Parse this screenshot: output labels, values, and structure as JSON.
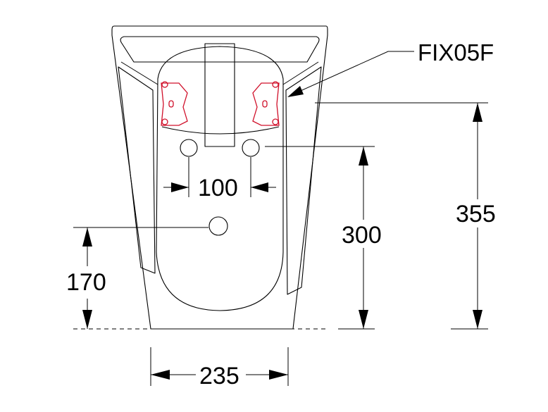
{
  "labels": {
    "bracket_code": "FIX05F"
  },
  "dimensions": {
    "pipe_spacing": "100",
    "centre_height": "170",
    "top_pipe_height": "300",
    "bracket_height": "355",
    "base_width": "235"
  },
  "colors": {
    "line": "#000000",
    "bracket": "#d0102a",
    "background": "#ffffff"
  }
}
